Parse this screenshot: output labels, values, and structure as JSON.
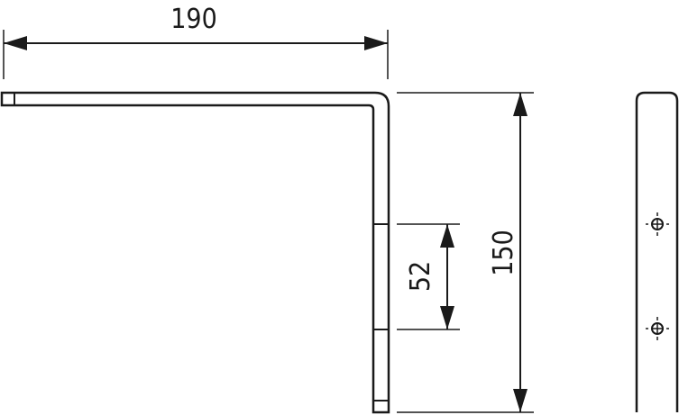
{
  "diagram": {
    "dimensions": {
      "width": "190",
      "height": "150",
      "hole_spacing": "52"
    },
    "colors": {
      "line": "#1a1a1a",
      "background": "#ffffff"
    }
  }
}
